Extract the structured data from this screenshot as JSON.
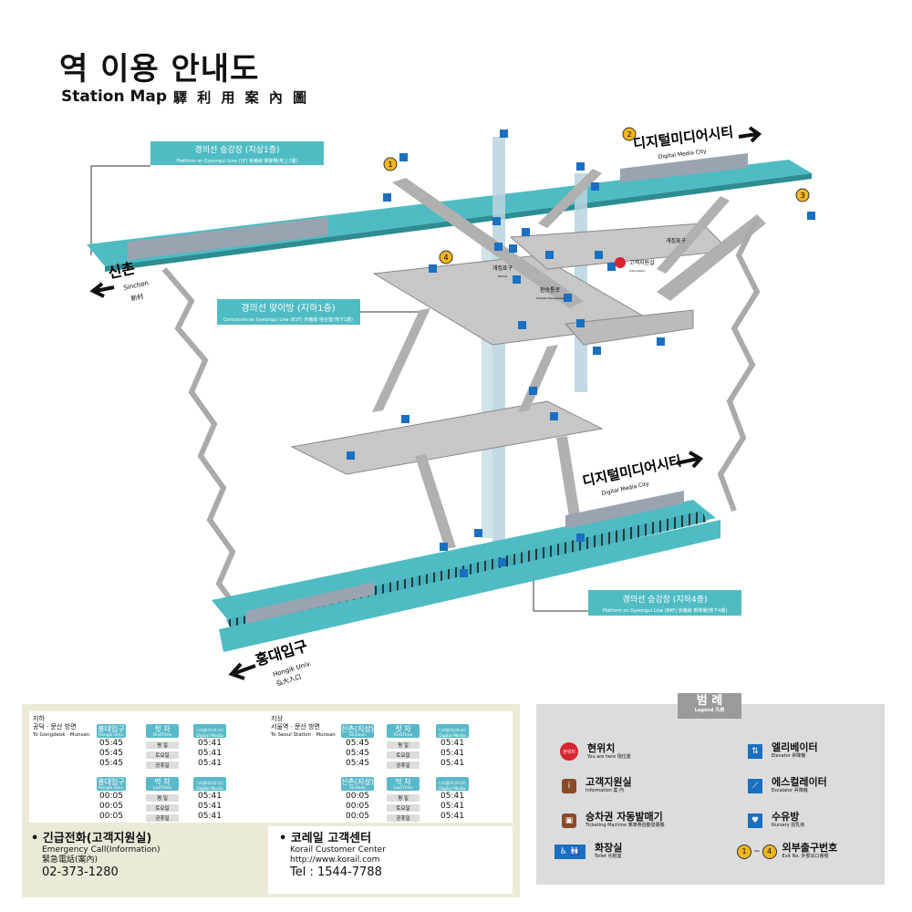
{
  "header": {
    "title_ko": "역 이용 안내도",
    "title_en": "Station Map",
    "title_cjk": "驛 利 用 案 內 圖"
  },
  "labels": {
    "platform1f": {
      "ko": "경의선 승강장 (지상1층)",
      "en": "Platform on Gyeongui Line (1F)  京義線 乘降場(地上1層)"
    },
    "concourse": {
      "ko": "경의선 맞이방 (지하1층)",
      "en": "Concourse on Gyeongui Line (B1F)  京義線 待合室(地下1層)"
    },
    "platformb4": {
      "ko": "경의선 승강장 (지하4층)",
      "en": "Platform on Gyeongui Line (B4F)  京義線 乘降場(地下4層)"
    },
    "dmc_top": {
      "ko": "디지털미디어시티",
      "en": "Digital Media City"
    },
    "dmc_bottom": {
      "ko": "디지털미디어시티",
      "en": "Digital Media City"
    },
    "sinchon": {
      "ko": "신촌",
      "en": "Sinchon",
      "cjk": "新村"
    },
    "hongik": {
      "ko": "홍대입구",
      "en": "Hongik Univ.",
      "cjk": "弘大入口"
    },
    "gate1": "개집표구",
    "gate1_sub": "Wicket",
    "transfer": "환승통로",
    "transfer_sub": "Transfer Passageway",
    "gate2": "개집표구",
    "info": "고객지원실",
    "info_sub": "Information",
    "exit1": "1",
    "exit2": "2",
    "exit3": "3",
    "exit4": "4"
  },
  "timetable_left": {
    "direction_ko": "지하",
    "direction_line2": "공덕 · 문산 방면",
    "direction_en": "To Gongdeok · Munsan",
    "first_station": "홍대입구",
    "first_station_en": "Hongik Univ.",
    "first_label": "첫 차",
    "first_label_en": "FirstTime",
    "first_dest": "디지털미디어시티",
    "first_dest_en": "Digital Media City",
    "first_times": [
      "05:45",
      "05:45",
      "05:45"
    ],
    "first_dest_times": [
      "05:41",
      "05:41",
      "05:41"
    ],
    "last_station": "홍대입구",
    "last_station_en": "Hongik Univ.",
    "last_label": "막 차",
    "last_label_en": "LastTime",
    "last_dest": "디지털미디어시티",
    "last_dest_en": "Digital Media City",
    "last_times": [
      "00:05",
      "00:05",
      "00:05"
    ],
    "last_dest_times": [
      "05:41",
      "05:41",
      "05:41"
    ],
    "days": [
      "평 일",
      "토요일",
      "공휴일"
    ]
  },
  "timetable_right": {
    "direction_ko": "지상",
    "direction_line2": "서울역 · 문산 방면",
    "direction_en": "To Seoul Station · Munsan",
    "first_station": "신촌(지상)",
    "first_station_en": "Sinchon",
    "first_label": "첫 차",
    "first_label_en": "FirstTime",
    "first_dest": "디지털미디어시티",
    "first_dest_en": "Digital Media City",
    "first_times": [
      "05:45",
      "05:45",
      "05:45"
    ],
    "first_dest_times": [
      "05:41",
      "05:41",
      "05:41"
    ],
    "last_station": "신촌(지상)",
    "last_station_en": "Sinchon",
    "last_label": "막 차",
    "last_label_en": "LastTime",
    "last_dest": "디지털미디어시티",
    "last_dest_en": "Digital Media City",
    "last_times": [
      "00:05",
      "00:05",
      "00:05"
    ],
    "last_dest_times": [
      "05:41",
      "05:41",
      "05:41"
    ],
    "days": [
      "평 일",
      "토요일",
      "공휴일"
    ]
  },
  "contacts": {
    "emergency_ko": "긴급전화(고객지원실)",
    "emergency_en": "Emergency Call(Information)",
    "emergency_cjk": "緊急電話(案內)",
    "emergency_tel": "02-373-1280",
    "korail_ko": "코레일 고객센터",
    "korail_en": "Korail Customer Center",
    "korail_url": "http://www.korail.com",
    "korail_tel": "Tel : 1544-7788"
  },
  "legend": {
    "title_ko": "범 례",
    "title_en": "Legend 凡例",
    "items": [
      {
        "ko": "현위치",
        "sub": "You are here   現位置",
        "icon": "you-are-here-icon",
        "icon_text": "현위치"
      },
      {
        "ko": "엘리베이터",
        "sub": "Elevator   昇降機",
        "icon": "elevator-icon"
      },
      {
        "ko": "고객지원실",
        "sub": "Information   案 內",
        "icon": "information-icon"
      },
      {
        "ko": "에스컬레이터",
        "sub": "Escalator   昇降機",
        "icon": "escalator-icon"
      },
      {
        "ko": "승차권 자동발매기",
        "sub": "Ticketing Machine   乘車券自動發賣機",
        "icon": "ticket-machine-icon"
      },
      {
        "ko": "수유방",
        "sub": "Nursery   授乳房",
        "icon": "nursery-icon"
      },
      {
        "ko": "화장실",
        "sub": "Toilet   化粧室",
        "icon": "toilet-icon"
      },
      {
        "ko": "외부출구번호",
        "sub": "Exit No.   外部出口番號",
        "icon": "exit-number-icon",
        "exit_from": "1",
        "exit_to": "4",
        "tilde": "~"
      }
    ]
  },
  "colors": {
    "teal": "#4fbcc4",
    "accent": "#5ab9c9",
    "exit": "#f0b61e",
    "sign": "#1a6fc0",
    "red": "#d8252f",
    "brown": "#8a4a2a"
  }
}
